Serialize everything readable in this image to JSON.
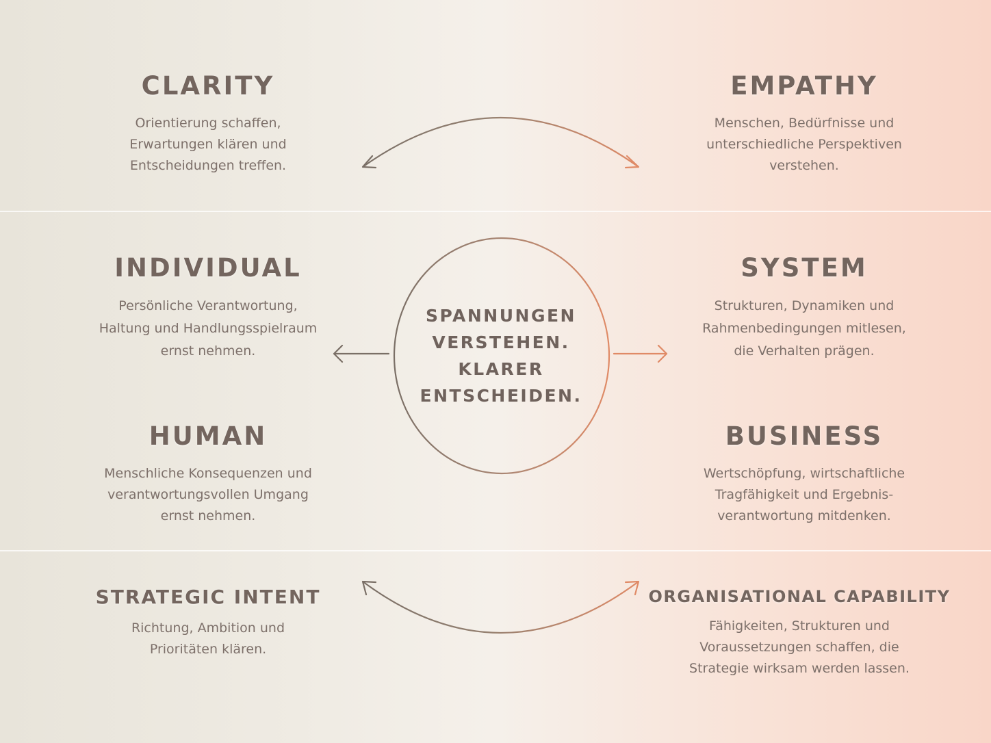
{
  "quadrants": {
    "clarity": {
      "title": "CLARITY",
      "desc": "Orientierung schaffen,\nErwartungen klären und\nEntscheidungen treffen."
    },
    "empathy": {
      "title": "EMPATHY",
      "desc": "Menschen, Bedürfnisse und\nunterschiedliche Perspektiven\nverstehen."
    },
    "individual": {
      "title": "INDIVIDUAL",
      "desc": "Persönliche Verantwortung,\nHaltung und Handlungsspielraum\nernst nehmen."
    },
    "system": {
      "title": "SYSTEM",
      "desc": "Strukturen, Dynamiken und\nRahmenbedingungen mitlesen,\ndie Verhalten prägen."
    },
    "human": {
      "title": "HUMAN",
      "desc": "Menschliche Konsequenzen und\nverantwortungsvollen Umgang\nernst nehmen."
    },
    "business": {
      "title": "BUSINESS",
      "desc": "Wertschöpfung, wirtschaftliche\nTragfähigkeit und Ergebnis-\nverantwortung mitdenken."
    },
    "strategic": {
      "title": "STRATEGIC INTENT",
      "desc": "Richtung, Ambition und\nPrioritäten klären."
    },
    "capability": {
      "title": "ORGANISATIONAL CAPABILITY",
      "desc": "Fähigkeiten, Strukturen und\nVoraussetzungen schaffen, die\nStrategie wirksam werden lassen."
    }
  },
  "center": {
    "line1": "SPANNUNGEN",
    "line2": "VERSTEHEN.",
    "line3": "KLARER",
    "line4": "ENTSCHEIDEN."
  },
  "colors": {
    "left_stroke": "#7a6f66",
    "right_stroke": "#e08a66",
    "text": "#73655e"
  }
}
